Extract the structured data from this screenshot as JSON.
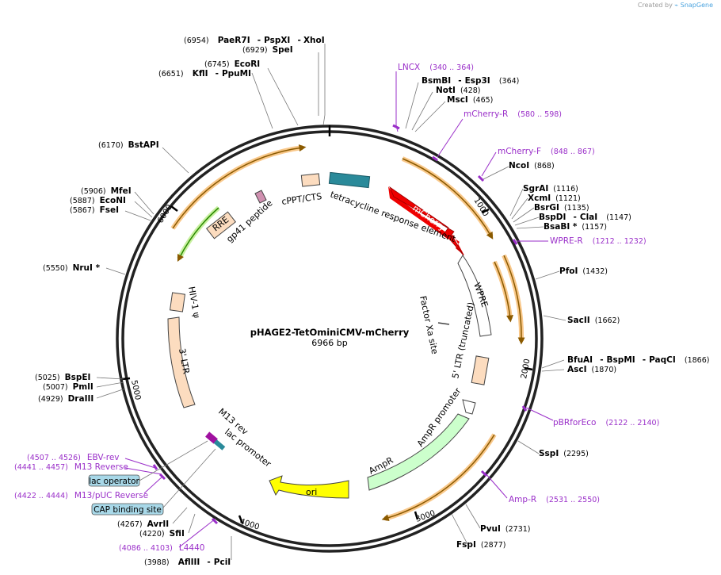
{
  "credit": {
    "prefix": "Created by",
    "brand": "SnapGene"
  },
  "plasmid": {
    "name": "pHAGE2-TetOminiCMV-mCherry",
    "length": "6966 bp"
  },
  "ticks": [
    "1000",
    "2000",
    "3000",
    "4000",
    "5000",
    "6000"
  ],
  "enzymes": [
    {
      "pos": "(6954)",
      "names": [
        "PaeR7I",
        "PspXI",
        "XhoI"
      ]
    },
    {
      "pos": "(6929)",
      "names": [
        "SpeI"
      ]
    },
    {
      "pos": "(6745)",
      "names": [
        "EcoRI"
      ]
    },
    {
      "pos": "(6651)",
      "names": [
        "KflI",
        "PpuMI"
      ]
    },
    {
      "pos": "(6170)",
      "names": [
        "BstAPI"
      ]
    },
    {
      "pos": "(5906)",
      "names": [
        "MfeI"
      ]
    },
    {
      "pos": "(5887)",
      "names": [
        "EcoNI"
      ]
    },
    {
      "pos": "(5867)",
      "names": [
        "FseI"
      ]
    },
    {
      "pos": "(5550)",
      "names": [
        "NruI *"
      ]
    },
    {
      "pos": "(5025)",
      "names": [
        "BspEI"
      ]
    },
    {
      "pos": "(5007)",
      "names": [
        "PmlI"
      ]
    },
    {
      "pos": "(4929)",
      "names": [
        "DraIII"
      ]
    },
    {
      "pos": "(4267)",
      "names": [
        "AvrII"
      ]
    },
    {
      "pos": "(4220)",
      "names": [
        "SfiI"
      ]
    },
    {
      "pos": "(3988)",
      "names": [
        "AflIII",
        "PciI"
      ]
    },
    {
      "pos": "(364)",
      "names": [
        "BsmBI",
        "Esp3I"
      ]
    },
    {
      "pos": "(428)",
      "names": [
        "NotI"
      ]
    },
    {
      "pos": "(465)",
      "names": [
        "MscI"
      ]
    },
    {
      "pos": "(868)",
      "names": [
        "NcoI"
      ]
    },
    {
      "pos": "(1116)",
      "names": [
        "SgrAI"
      ]
    },
    {
      "pos": "(1121)",
      "names": [
        "XcmI"
      ]
    },
    {
      "pos": "(1135)",
      "names": [
        "BsrGI"
      ]
    },
    {
      "pos": "(1147)",
      "names": [
        "BspDI",
        "ClaI"
      ]
    },
    {
      "pos": "(1157)",
      "names": [
        "BsaBI *"
      ]
    },
    {
      "pos": "(1432)",
      "names": [
        "PfoI"
      ]
    },
    {
      "pos": "(1662)",
      "names": [
        "SacII"
      ]
    },
    {
      "pos": "(1866)",
      "names": [
        "BfuAI",
        "BspMI",
        "PaqCI"
      ]
    },
    {
      "pos": "(1870)",
      "names": [
        "AscI"
      ]
    },
    {
      "pos": "(2295)",
      "names": [
        "SspI"
      ]
    },
    {
      "pos": "(2731)",
      "names": [
        "PvuI"
      ]
    },
    {
      "pos": "(2877)",
      "names": [
        "FspI"
      ]
    }
  ],
  "primers": [
    {
      "name": "LNCX",
      "range": "(340 .. 364)"
    },
    {
      "name": "mCherry-R",
      "range": "(580 .. 598)"
    },
    {
      "name": "mCherry-F",
      "range": "(848 .. 867)"
    },
    {
      "name": "WPRE-R",
      "range": "(1212 .. 1232)"
    },
    {
      "name": "pBRforEco",
      "range": "(2122 .. 2140)"
    },
    {
      "name": "Amp-R",
      "range": "(2531 .. 2550)"
    },
    {
      "name": "EBV-rev",
      "range": "(4507 .. 4526)"
    },
    {
      "name": "M13 Reverse",
      "range": "(4441 .. 4457)"
    },
    {
      "name": "M13/pUC Reverse",
      "range": "(4422 .. 4444)"
    },
    {
      "name": "L4440",
      "range": "(4086 .. 4103)"
    }
  ],
  "boxed_labels": [
    "lac operator",
    "CAP binding site"
  ],
  "features": [
    {
      "name": "mCherry",
      "color": "#ee0000"
    },
    {
      "name": "WPRE",
      "color": "#ffffff"
    },
    {
      "name": "5' LTR (truncated)",
      "color": "#fcdcbf"
    },
    {
      "name": "AmpR promoter",
      "color": "#ffffff"
    },
    {
      "name": "AmpR",
      "color": "#ccffcc"
    },
    {
      "name": "ori",
      "color": "#ffff00"
    },
    {
      "name": "M13 rev",
      "color": "#a010a0"
    },
    {
      "name": "lac promoter",
      "color": "#ffffff"
    },
    {
      "name": "3' LTR",
      "color": "#fcdcbf"
    },
    {
      "name": "HIV-1 ψ",
      "color": "#fcdcbf"
    },
    {
      "name": "RRE",
      "color": "#fcdcbf"
    },
    {
      "name": "gp41 peptide",
      "color": "#d090b0"
    },
    {
      "name": "cPPT/CTS",
      "color": "#fcdcbf"
    },
    {
      "name": "tetracycline response element",
      "color": "#2a8a9a"
    },
    {
      "name": "Factor Xa site",
      "color": "#ffffff"
    }
  ]
}
